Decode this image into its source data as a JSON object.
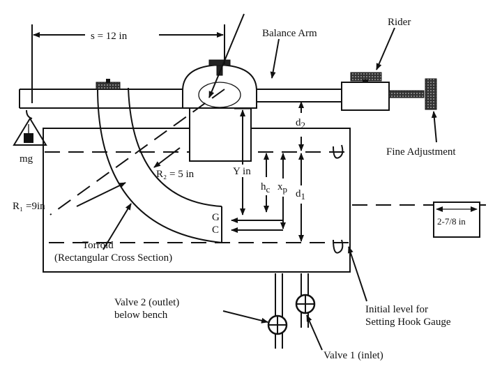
{
  "labels": {
    "span": "s = 12 in",
    "balance_arm": "Balance Arm",
    "rider": "Rider",
    "fine_adjustment": "Fine Adjustment",
    "weight": "mg",
    "r2": "R₂ = 5 in",
    "r1": "R₁ =9in",
    "y": "Y in",
    "hc": "h",
    "hc_sub": "c",
    "xp": "x",
    "xp_sub": "p",
    "d1": "d",
    "d1_sub": "1",
    "d2": "d",
    "d2_sub": "2",
    "g": "G",
    "c": "C",
    "width": "2-7/8 in",
    "torroid_1": "Torroid",
    "torroid_2": "(Rectangular Cross Section)",
    "valve2_1": "Valve 2 (outlet)",
    "valve2_2": "below bench",
    "initial_1": "Initial level for",
    "initial_2": "Setting Hook Gauge",
    "valve1": "Valve 1 (inlet)"
  },
  "colors": {
    "ink": "#111111",
    "paper": "#ffffff"
  }
}
